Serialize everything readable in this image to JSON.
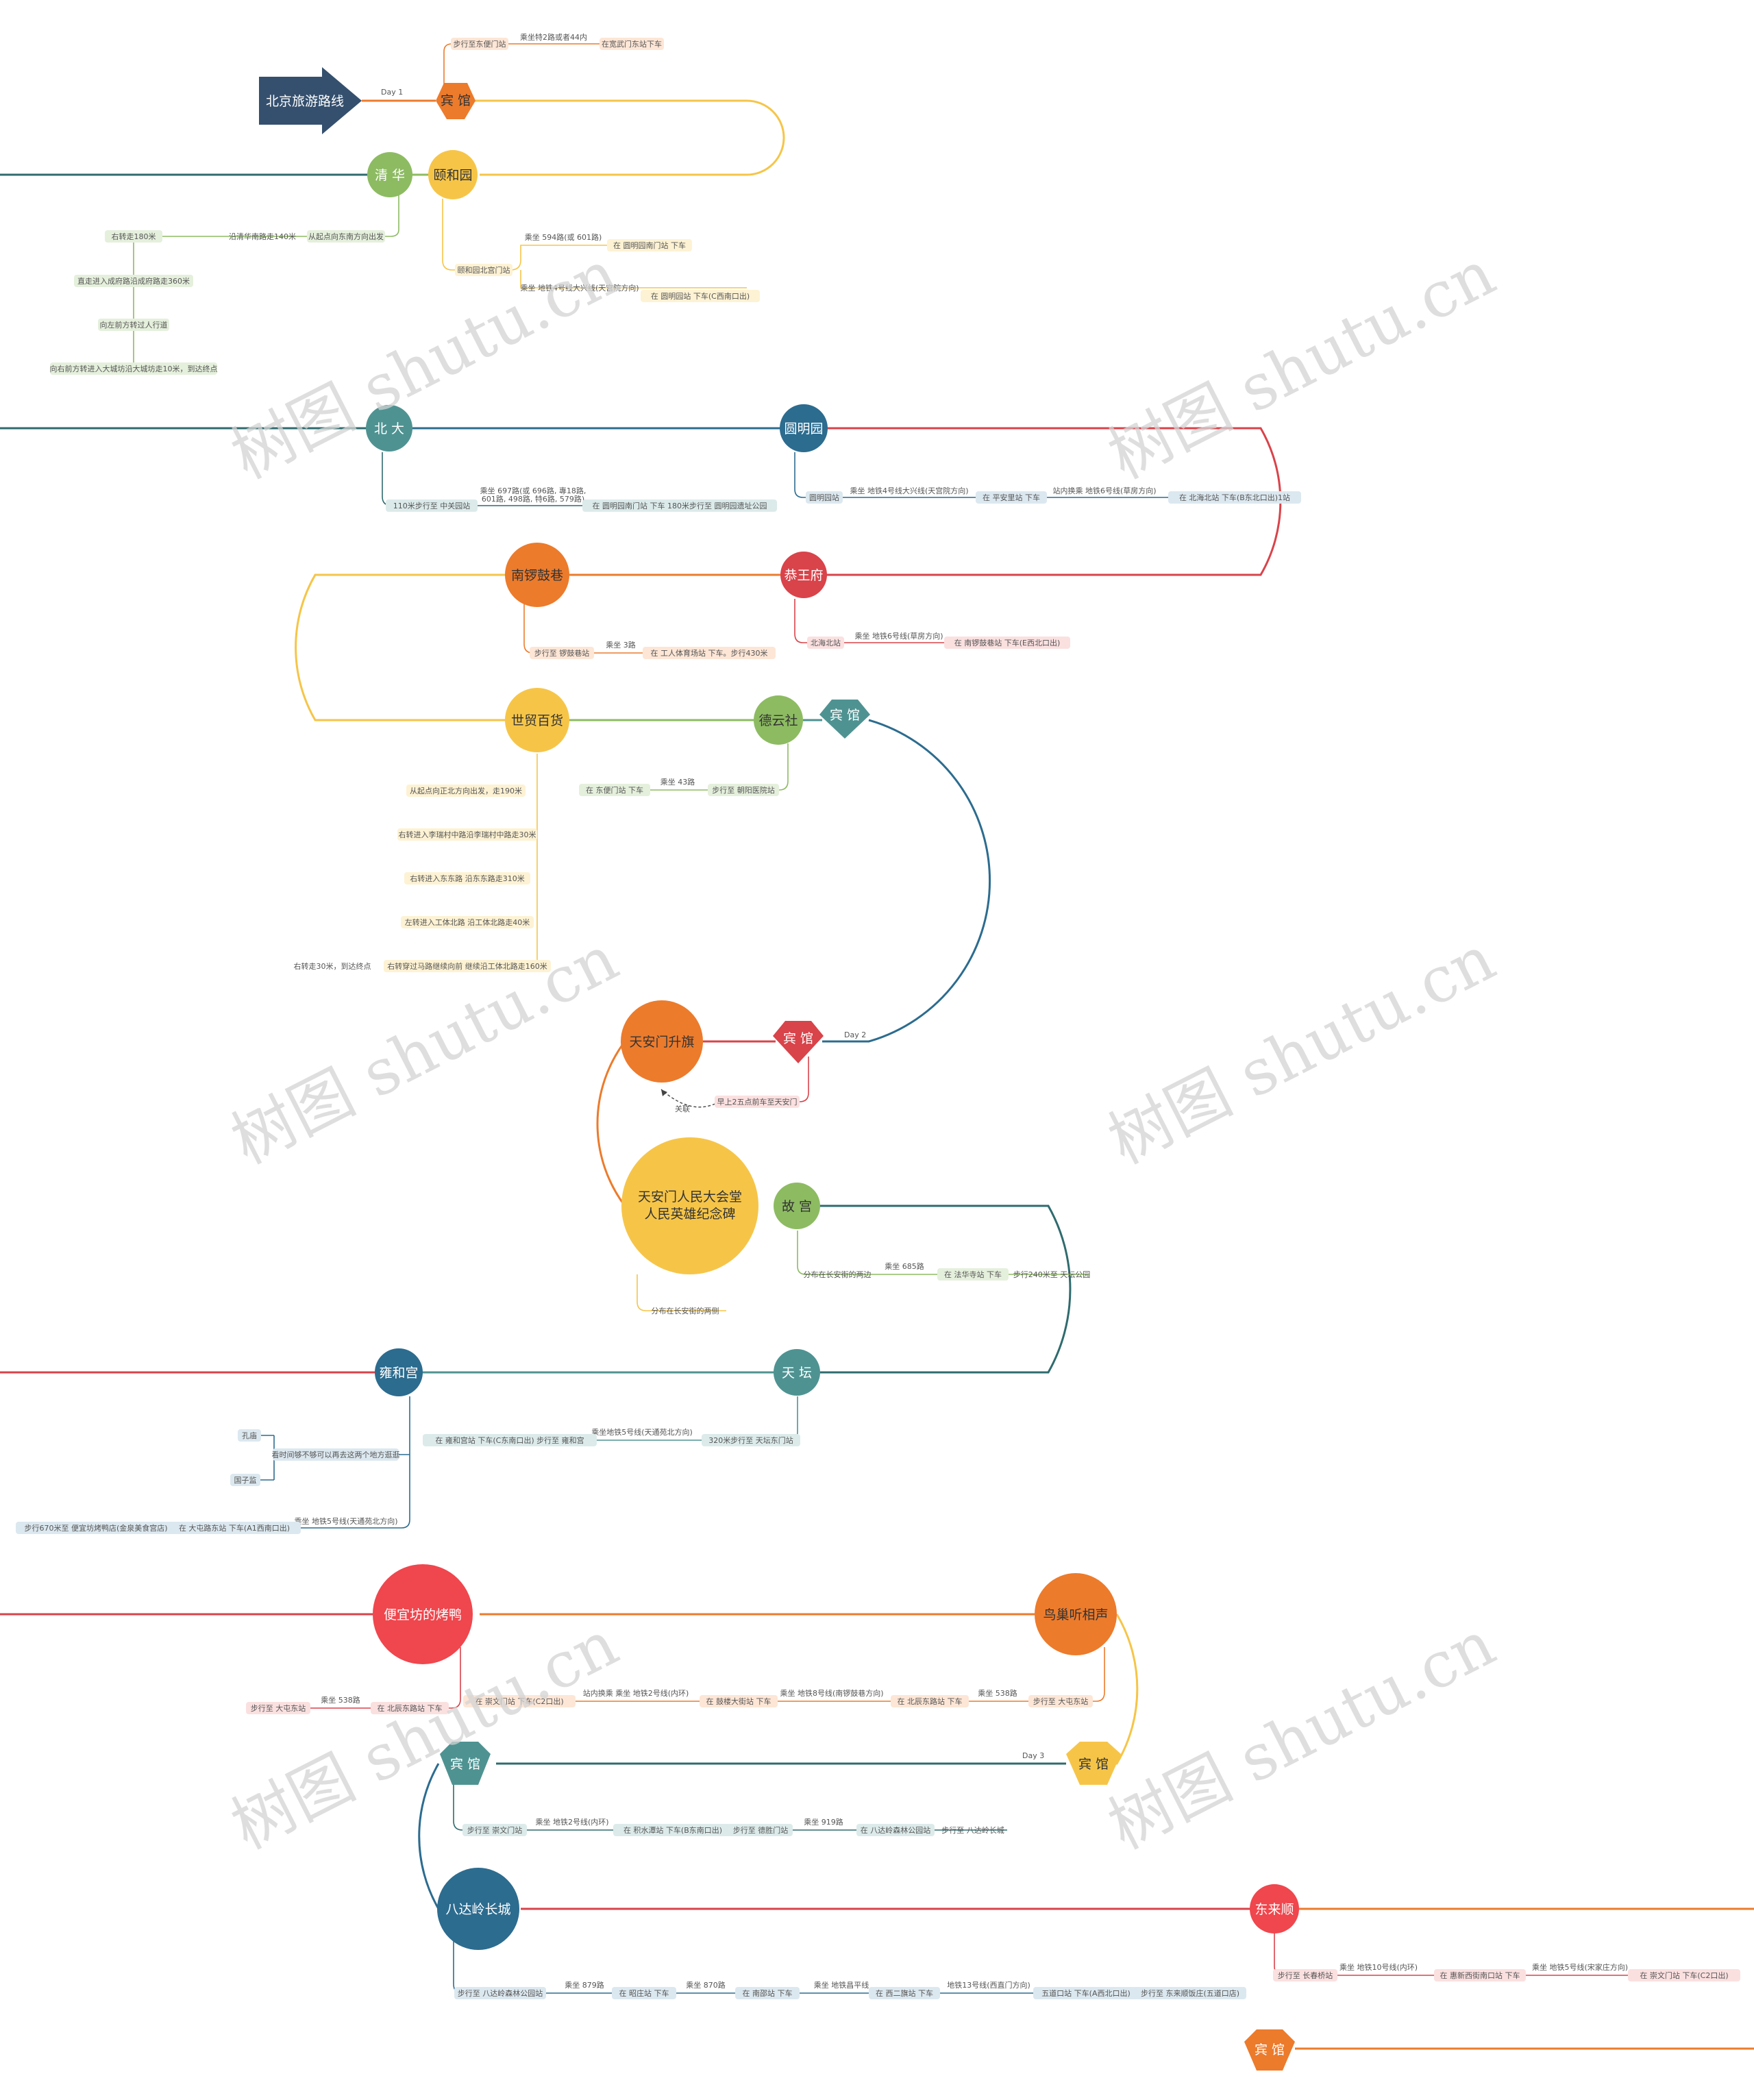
{
  "title": "北京旅游路线",
  "colors": {
    "red": "#d9434a",
    "orange": "#ec7b2c",
    "yellow": "#f6c548",
    "green": "#8dbb62",
    "teal": "#4e9392",
    "blue": "#2c6c8f",
    "navy": "#35506e"
  },
  "days": {
    "d1": "Day 1",
    "d2": "Day 2",
    "d3": "Day 3"
  },
  "nodes": {
    "hotel": "宾 馆",
    "yiheyuan": "颐和园",
    "qinghua": "清 华",
    "beida": "北 大",
    "yuanmingyuan": "圆明园",
    "gongwangfu": "恭王府",
    "nanluoguxiang": "南锣鼓巷",
    "shimao": "世贸百货",
    "deyunshe": "德云社",
    "tiananmen": "天安门升旗",
    "renmin1": "天安门人民大会堂",
    "renmin2": "人民英雄纪念碑",
    "gugong": "故 宫",
    "tiantan": "天 坛",
    "yonghegong": "雍和宫",
    "bianyifang": "便宜坊的烤鸭",
    "niaochao": "鸟巢听相声",
    "badaling": "八达岭长城",
    "donglaishun": "东来顺"
  },
  "chips": {
    "h1a": "步行至东便门站",
    "h1b": "乘坐特2路或者44内",
    "h1c": "在宽武门东站下车",
    "y1": "颐和园北宫门站",
    "y2": "乘坐 594路(或 601路)",
    "y3": "在 圆明园南门站 下车",
    "y4": "乘坐 地铁4号线大兴线(天宫院方向)",
    "y5": "在 圆明园站 下车(C西南口出)",
    "q1": "从起点向东南方向出发",
    "q2": "沿清华南路走140米",
    "q3": "右转走180米",
    "q4": "直走进入成府路沿成府路走360米",
    "q5": "向左前方转过人行道",
    "q6": "向右前方转进入大城坊沿大城坊走10米，到达终点",
    "b1": "110米步行至 中关园站",
    "b2a": "乘坐 697路(或 696路, 專18路,",
    "b2b": "601路, 498路, 特6路, 579路)",
    "b3": "在 圆明园南门站 下车 180米步行至 圆明园遗址公园",
    "ym1": "圆明园站",
    "ym2": "乘坐 地铁4号线大兴线(天宫院方向)",
    "ym3": "在 平安里站 下车",
    "ym4": "站内换乘 地铁6号线(草房方向)",
    "ym5": "在 北海北站 下车(B东北口出)1站",
    "g1": "北海北站",
    "g2": "乘坐 地铁6号线(草房方向)",
    "g3": "在 南锣鼓巷站 下车(E西北口出)",
    "n1": "步行至 锣鼓巷站",
    "n2": "乘坐 3路",
    "n3": "在 工人体育场站 下车。步行430米",
    "s1": "从起点向正北方向出发，走190米",
    "s2": "右转进入李瑞村中路沿李瑞村中路走30米",
    "s3": "右转进入东东路 沿东东路走310米",
    "s4": "左转进入工体北路 沿工体北路走40米",
    "s5": "右转穿过马路继续向前 继续沿工体北路走160米",
    "s6": "右转走30米，到达终点",
    "d1": "步行至 朝阳医院站",
    "d2": "乘坐 43路",
    "d3": "在 东便门站 下车",
    "t1": "早上2五点前车至天安门",
    "t2": "关联",
    "r1": "分布在长安街的两侧",
    "gg1": "分布在长安街的两边",
    "gg2": "乘坐 685路",
    "gg3": "在 法华寺站 下车",
    "gg4": "步行240米至 天坛公园",
    "tt1": "320米步行至 天坛东门站",
    "tt2": "乘坐地铁5号线(天通苑北方向)",
    "tt3": "在 雍和宫站 下车(C东南口出) 步行至 雍和宫",
    "yh1": "看时间够不够可以再去这两个地方逛逛",
    "yh2": "孔庙",
    "yh3": "国子监",
    "yh4": "乘坐 地铁5号线(天通苑北方向)",
    "yh5": "在 大屯路东站 下车(A1西南口出)",
    "yh6": "步行670米至 便宜坊烤鸭店(金泉美食宫店)",
    "nc1": "步行至 大屯东站",
    "nc2": "乘坐 538路",
    "nc3": "在 北辰东路站 下车",
    "nc4": "乘坐 地铁8号线(南锣鼓巷方向)",
    "nc5": "在 鼓楼大街站 下车",
    "nc6": "站内换乘 乘坐 地铁2号线(内环)",
    "nc7": "在 崇文门站 下车(C2口出)",
    "bf1": "在 北辰东路站 下车",
    "bf2": "乘坐 538路",
    "bf3": "步行至 大屯东站",
    "h3a": "步行至 崇文门站",
    "h3b": "乘坐 地铁2号线(内环)",
    "h3c": "在 积水潭站 下车(B东南口出)",
    "h3d": "步行至 德胜门站",
    "h3e": "乘坐 919路",
    "h3f": "在 八达岭森林公园站",
    "h3g": "步行至 八达岭长城",
    "bd1": "步行至 八达岭森林公园站",
    "bd2": "乘坐 879路",
    "bd3": "在 昭庄站 下车",
    "bd4": "乘坐 870路",
    "bd5": "在 南邵站 下车",
    "bd6": "乘坐 地铁昌平线",
    "bd7": "在 西二旗站 下车",
    "bd8": "地铁13号线(西直门方向)",
    "bd9": "五道口站 下车(A西北口出)",
    "bd10": "步行至 东来顺饭庄(五道口店)",
    "dl1": "步行至 长春桥站",
    "dl2": "乘坐 地铁10号线(内环)",
    "dl3": "在 惠新西街南口站 下车",
    "dl4": "乘坐 地铁5号线(宋家庄方向)",
    "dl5": "在 崇文门站 下车(C2口出)"
  },
  "watermarks": [
    "树图 shutu.cn",
    "树图 shutu.cn",
    "树图 shutu.cn",
    "树图 shutu.cn",
    "树图 shutu.cn",
    "树图 shutu.cn"
  ]
}
